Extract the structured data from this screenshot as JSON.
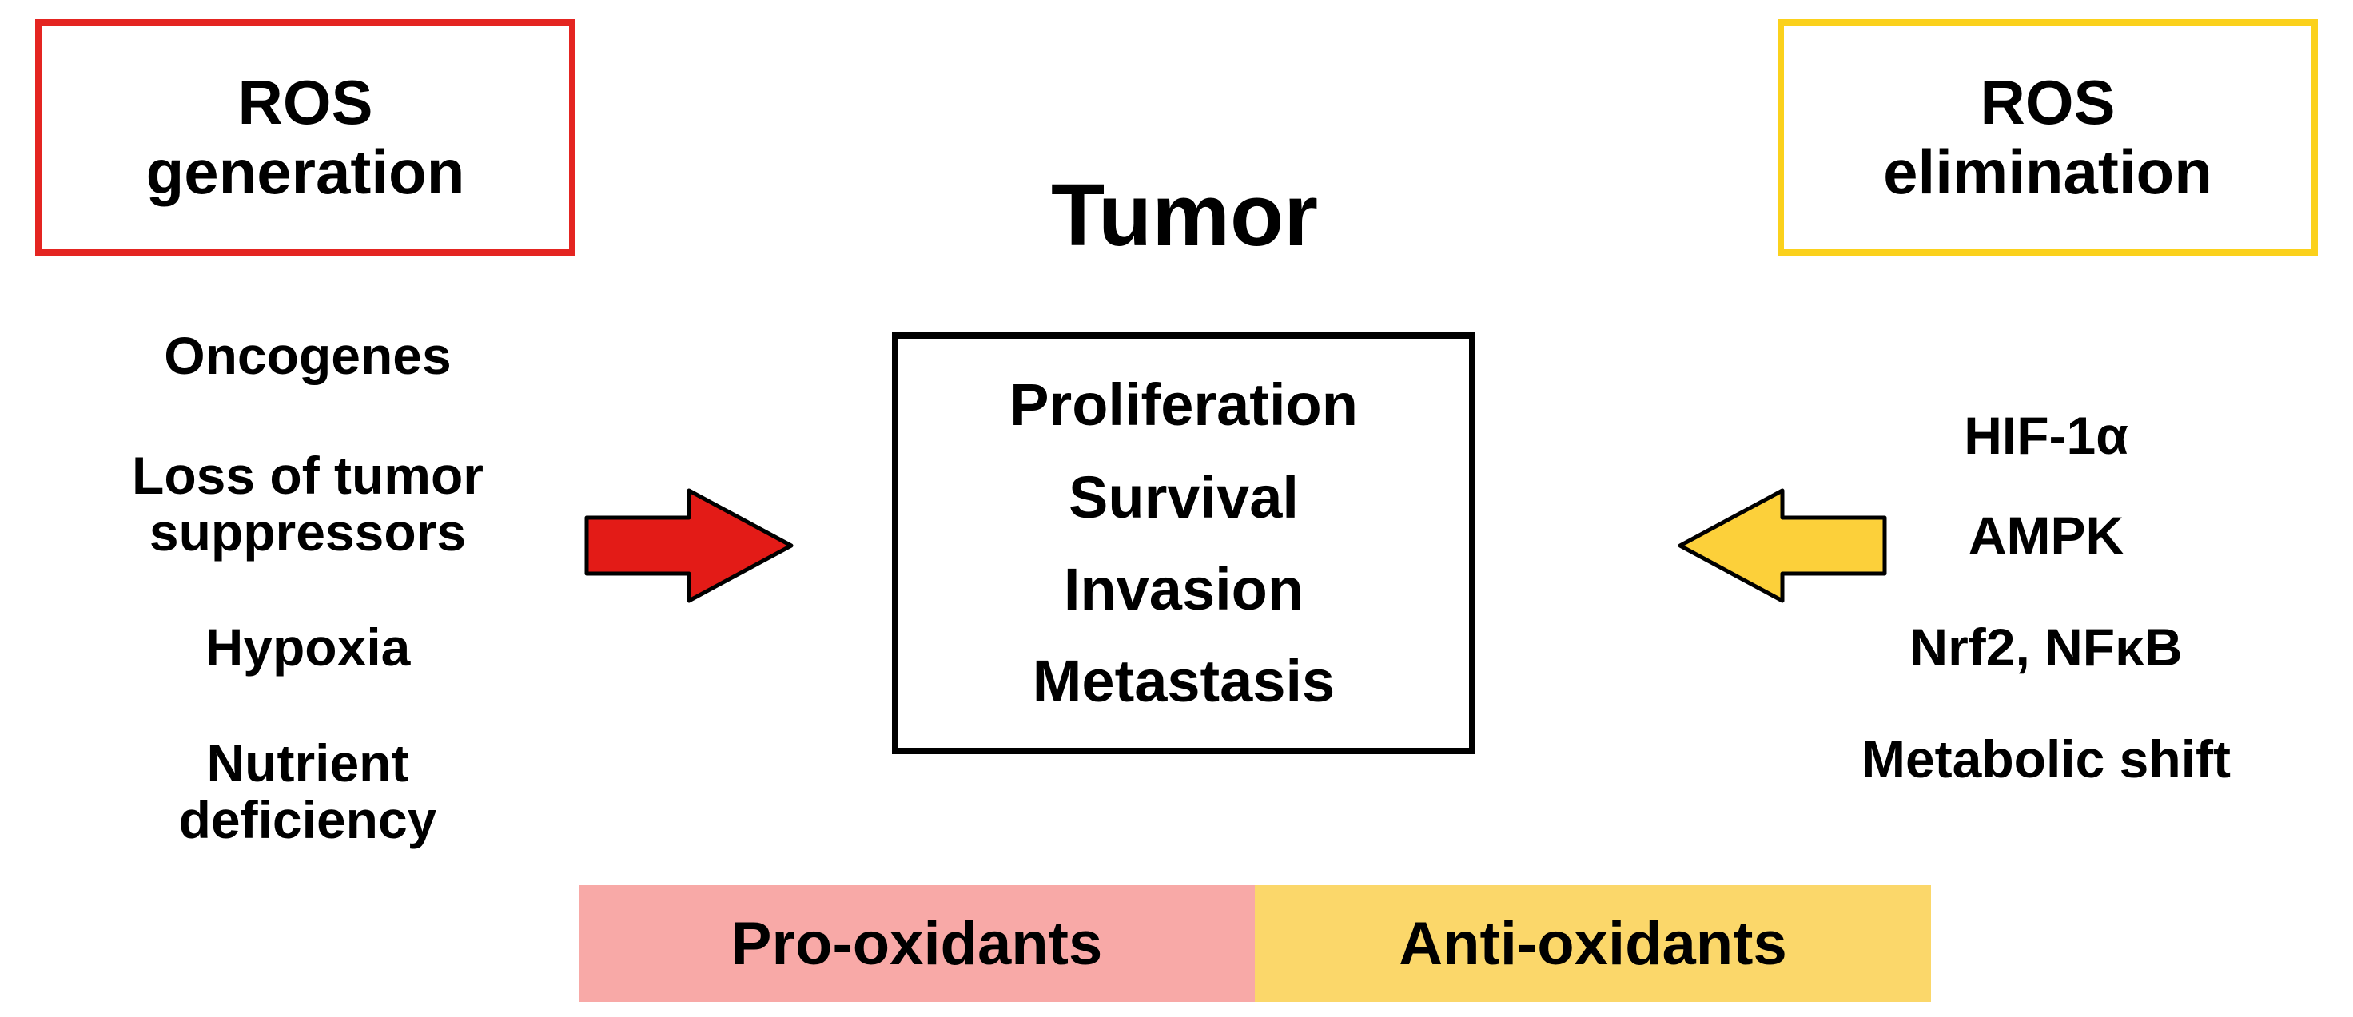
{
  "ros_generation": {
    "title_line1": "ROS",
    "title_line2": "generation",
    "border_color": "#e42521",
    "factors": [
      {
        "line1": "Oncogenes",
        "line2": ""
      },
      {
        "line1": "Loss of tumor",
        "line2": "suppressors"
      },
      {
        "line1": "Hypoxia",
        "line2": ""
      },
      {
        "line1": "Nutrient",
        "line2": "deficiency"
      }
    ]
  },
  "ros_elimination": {
    "title_line1": "ROS",
    "title_line2": "elimination",
    "border_color": "#fbd11c",
    "factors": [
      {
        "line1": "HIF-1α"
      },
      {
        "line1": "AMPK"
      },
      {
        "line1": "Nrf2, NFκB"
      },
      {
        "line1": "Metabolic shift"
      }
    ]
  },
  "tumor": {
    "title": "Tumor",
    "processes": [
      "Proliferation",
      "Survival",
      "Invasion",
      "Metastasis"
    ]
  },
  "arrows": {
    "left": {
      "direction": "right",
      "color": "#e31b17"
    },
    "right": {
      "direction": "left",
      "color": "#fcd03a"
    }
  },
  "balance": {
    "pro_label": "Pro-oxidants",
    "anti_label": "Anti-oxidants",
    "pro_color": "#f8a9a7",
    "anti_color": "#fbd76a"
  }
}
